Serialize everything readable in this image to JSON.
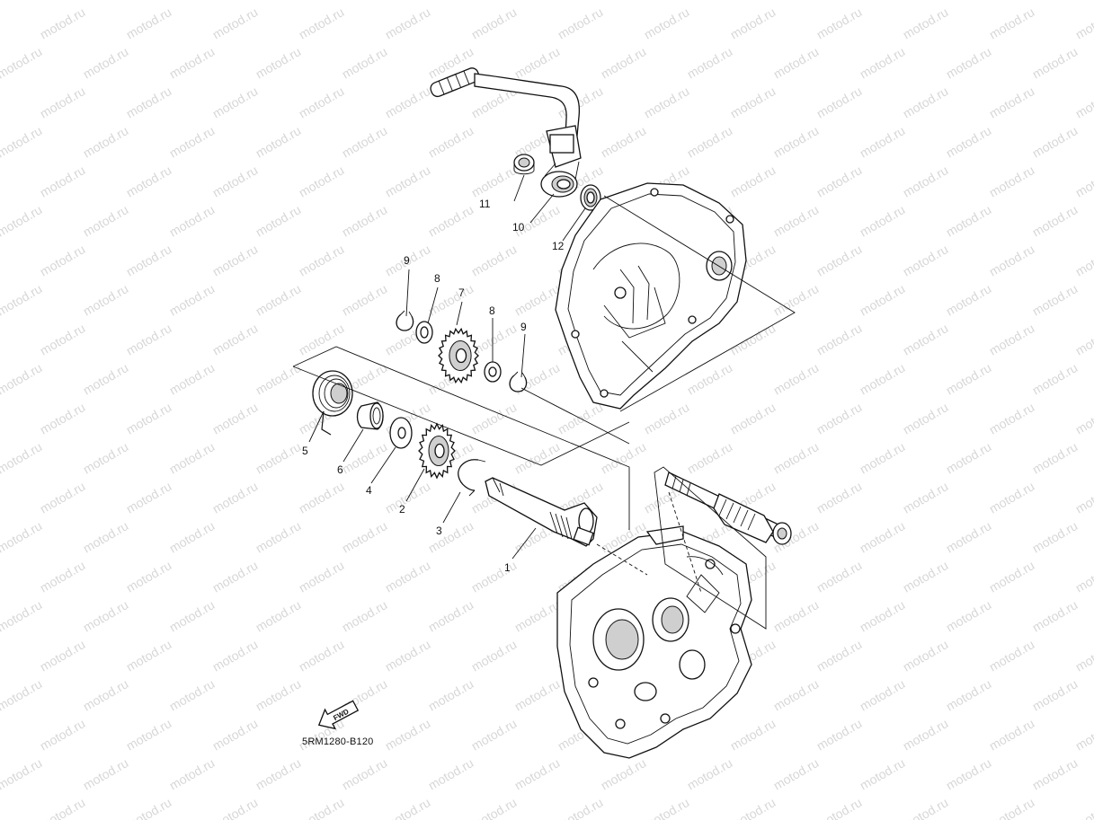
{
  "watermark": {
    "text": "motod.ru"
  },
  "diagram_code": "5RM1280-B120",
  "fwd_label": "FWD",
  "callouts": [
    {
      "id": "1",
      "text": "1"
    },
    {
      "id": "2",
      "text": "2"
    },
    {
      "id": "3",
      "text": "3"
    },
    {
      "id": "4",
      "text": "4"
    },
    {
      "id": "5",
      "text": "5"
    },
    {
      "id": "6",
      "text": "6"
    },
    {
      "id": "7",
      "text": "7"
    },
    {
      "id": "8a",
      "text": "8"
    },
    {
      "id": "8b",
      "text": "8"
    },
    {
      "id": "9a",
      "text": "9"
    },
    {
      "id": "9b",
      "text": "9"
    },
    {
      "id": "10",
      "text": "10"
    },
    {
      "id": "11",
      "text": "11"
    },
    {
      "id": "12",
      "text": "12"
    }
  ],
  "colors": {
    "line": "#111111",
    "watermark": "#d7d7d7",
    "background": "#ffffff"
  }
}
